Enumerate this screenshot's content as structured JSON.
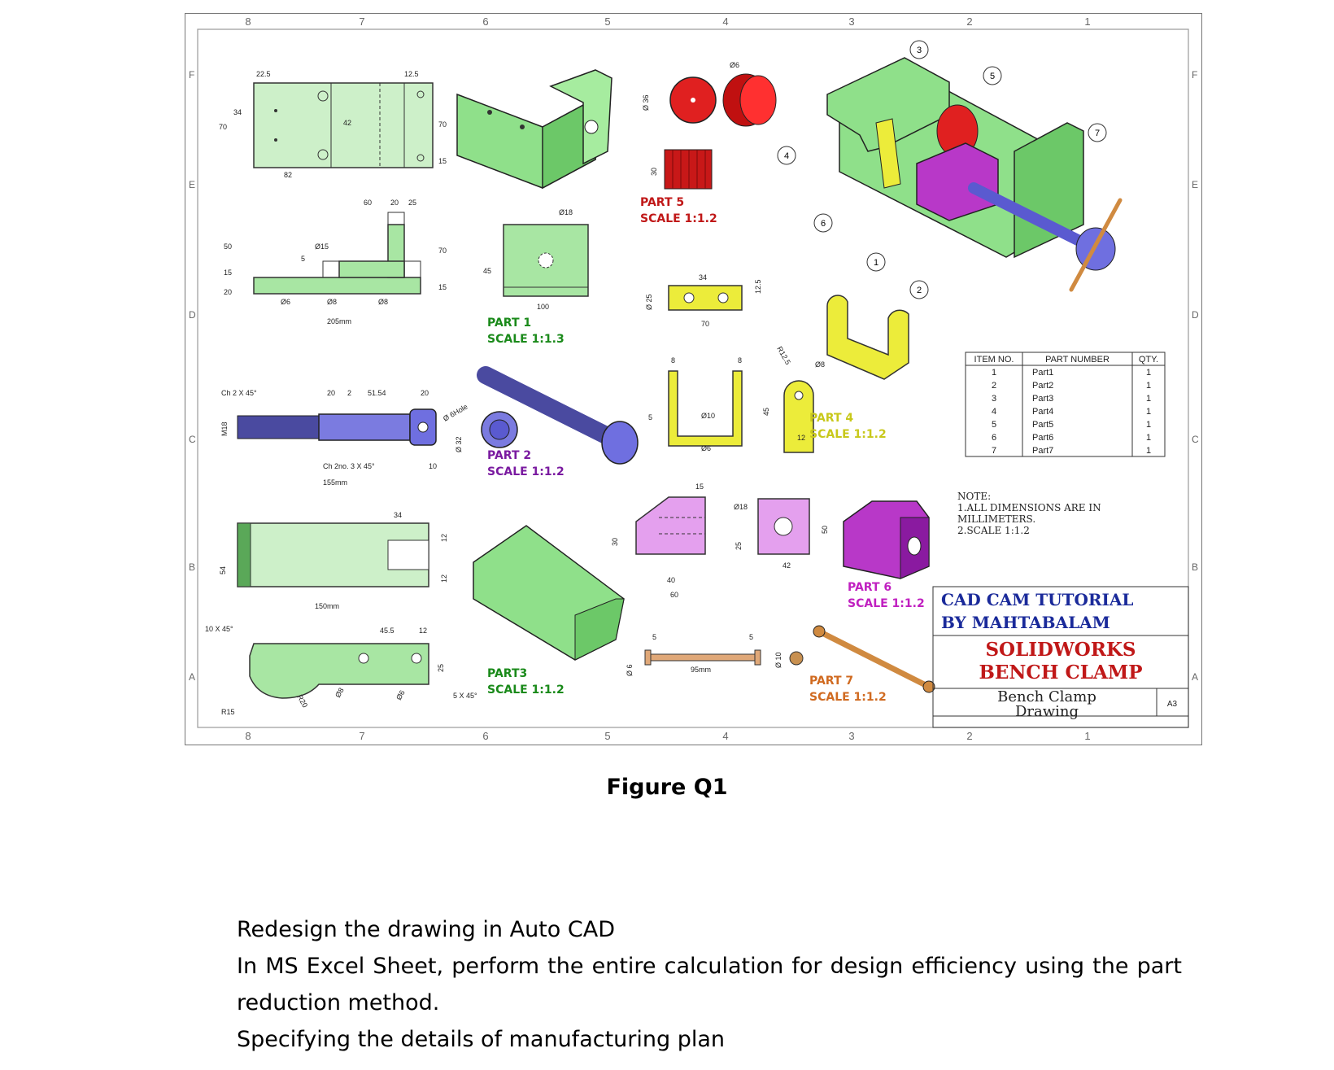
{
  "drawing": {
    "zone_columns_top": [
      "8",
      "7",
      "6",
      "5",
      "4",
      "3",
      "2",
      "1"
    ],
    "zone_columns_bottom": [
      "8",
      "7",
      "6",
      "5",
      "4",
      "3",
      "2",
      "1"
    ],
    "zone_rows": [
      "F",
      "E",
      "D",
      "C",
      "B",
      "A"
    ],
    "colors": {
      "part1": "#8fe08a",
      "part2": "#6f6fe0",
      "part3": "#8fe08a",
      "part4": "#ecec3a",
      "part5": "#e02020",
      "part6": "#d44ee0",
      "part7": "#e09a4a",
      "label_green": "#1a8a1a",
      "label_purple": "#7a1aa0",
      "label_red": "#c01818",
      "label_yellow": "#c8c81a",
      "label_magenta": "#c020c0",
      "label_orange": "#d06a20",
      "title_blue": "#1a2a9a",
      "title_red": "#c01818"
    },
    "part_labels": [
      {
        "id": "part1",
        "name": "PART 1",
        "scale": "SCALE 1:1.3"
      },
      {
        "id": "part2",
        "name": "PART 2",
        "scale": "SCALE 1:1.2"
      },
      {
        "id": "part3",
        "name": "PART3",
        "scale": "SCALE 1:1.2"
      },
      {
        "id": "part4",
        "name": "PART 4",
        "scale": "SCALE 1:1.2"
      },
      {
        "id": "part5",
        "name": "PART 5",
        "scale": "SCALE 1:1.2"
      },
      {
        "id": "part6",
        "name": "PART 6",
        "scale": "SCALE 1:1.2"
      },
      {
        "id": "part7",
        "name": "PART 7",
        "scale": "SCALE 1:1.2"
      }
    ],
    "dimensions": {
      "p1_top_225": "22.5",
      "p1_top_125": "12.5",
      "p1_70": "70",
      "p1_34": "34",
      "p1_42": "42",
      "p1_82": "82",
      "p1_70r": "70",
      "p1_15r": "15",
      "p1f_60": "60",
      "p1f_20": "20",
      "p1f_25": "25",
      "p1f_50": "50",
      "p1f_15": "15",
      "p1f_20b": "20",
      "p1f_d15": "Ø15",
      "p1f_5": "5",
      "p1f_d6": "Ø6",
      "p1f_d8a": "Ø8",
      "p1f_d8b": "Ø8",
      "p1f_205": "205mm",
      "p1f_70r": "70",
      "p1f_15r": "15",
      "p1s_d18": "Ø18",
      "p1s_45": "45",
      "p1s_100": "100",
      "p2_ch": "Ch 2 X 45°",
      "p2_20": "20",
      "p2_2": "2",
      "p2_5154": "51.54",
      "p2_20b": "20",
      "p2_m18": "M18",
      "p2_ch2": "Ch 2no. 3 X 45°",
      "p2_10": "10",
      "p2_155": "155mm",
      "p2_d6hole": "Ø 6Hole",
      "p2_d32": "Ø 32",
      "p3_34": "34",
      "p3_12a": "12",
      "p3_12b": "12",
      "p3_54": "54",
      "p3_150": "150mm",
      "p3f_10x45": "10 X 45°",
      "p3f_455": "45.5",
      "p3f_12": "12",
      "p3f_25": "25",
      "p3f_5x45": "5 X 45°",
      "p3f_r15": "R15",
      "p3f_r20": "R20",
      "p3f_d8": "Ø8",
      "p3f_d6": "Ø6",
      "p5_d36": "Ø 36",
      "p5_d6": "Ø6",
      "p5_30": "30",
      "p4_34": "34",
      "p4_125": "12.5",
      "p4_d25": "Ø 25",
      "p4_70": "70",
      "p4f_8a": "8",
      "p4f_8b": "8",
      "p4f_5": "5",
      "p4f_d10": "Ø10",
      "p4f_d6": "Ø6",
      "p4f_45": "45",
      "p4s_r125": "R12.5",
      "p4s_d8": "Ø8",
      "p4s_12": "12",
      "p6_15": "15",
      "p6_30": "30",
      "p6_40": "40",
      "p6_60": "60",
      "p6s_d18": "Ø18",
      "p6s_25": "25",
      "p6s_50": "50",
      "p6s_42": "42",
      "p7_5a": "5",
      "p7_5b": "5",
      "p7_95": "95mm",
      "p7_d6": "Ø 6",
      "p7_d10": "Ø 10"
    },
    "balloons": [
      "3",
      "5",
      "4",
      "7",
      "6",
      "1",
      "2"
    ],
    "bom": {
      "headers": [
        "ITEM NO.",
        "PART NUMBER",
        "QTY."
      ],
      "rows": [
        [
          "1",
          "Part1",
          "1"
        ],
        [
          "2",
          "Part2",
          "1"
        ],
        [
          "3",
          "Part3",
          "1"
        ],
        [
          "4",
          "Part4",
          "1"
        ],
        [
          "5",
          "Part5",
          "1"
        ],
        [
          "6",
          "Part6",
          "1"
        ],
        [
          "7",
          "Part7",
          "1"
        ]
      ]
    },
    "note": {
      "heading": "NOTE:",
      "line1": "1.ALL DIMENSIONS ARE IN",
      "line2": "MILLIMETERS.",
      "line3": "2.SCALE 1:1.2"
    },
    "title_block": {
      "author_line1": "CAD CAM TUTORIAL",
      "author_line2": "BY MAHTABALAM",
      "title_line1": "SOLIDWORKS",
      "title_line2": "BENCH CLAMP",
      "drawing_name_line1": "Bench Clamp",
      "drawing_name_line2": "Drawing",
      "size": "A3"
    }
  },
  "figure_caption": "Figure Q1",
  "questions": [
    "Redesign the drawing in Auto CAD",
    "In MS Excel Sheet, perform the entire calculation for design efficiency using the part reduction method.",
    "Specifying the details of manufacturing plan"
  ]
}
